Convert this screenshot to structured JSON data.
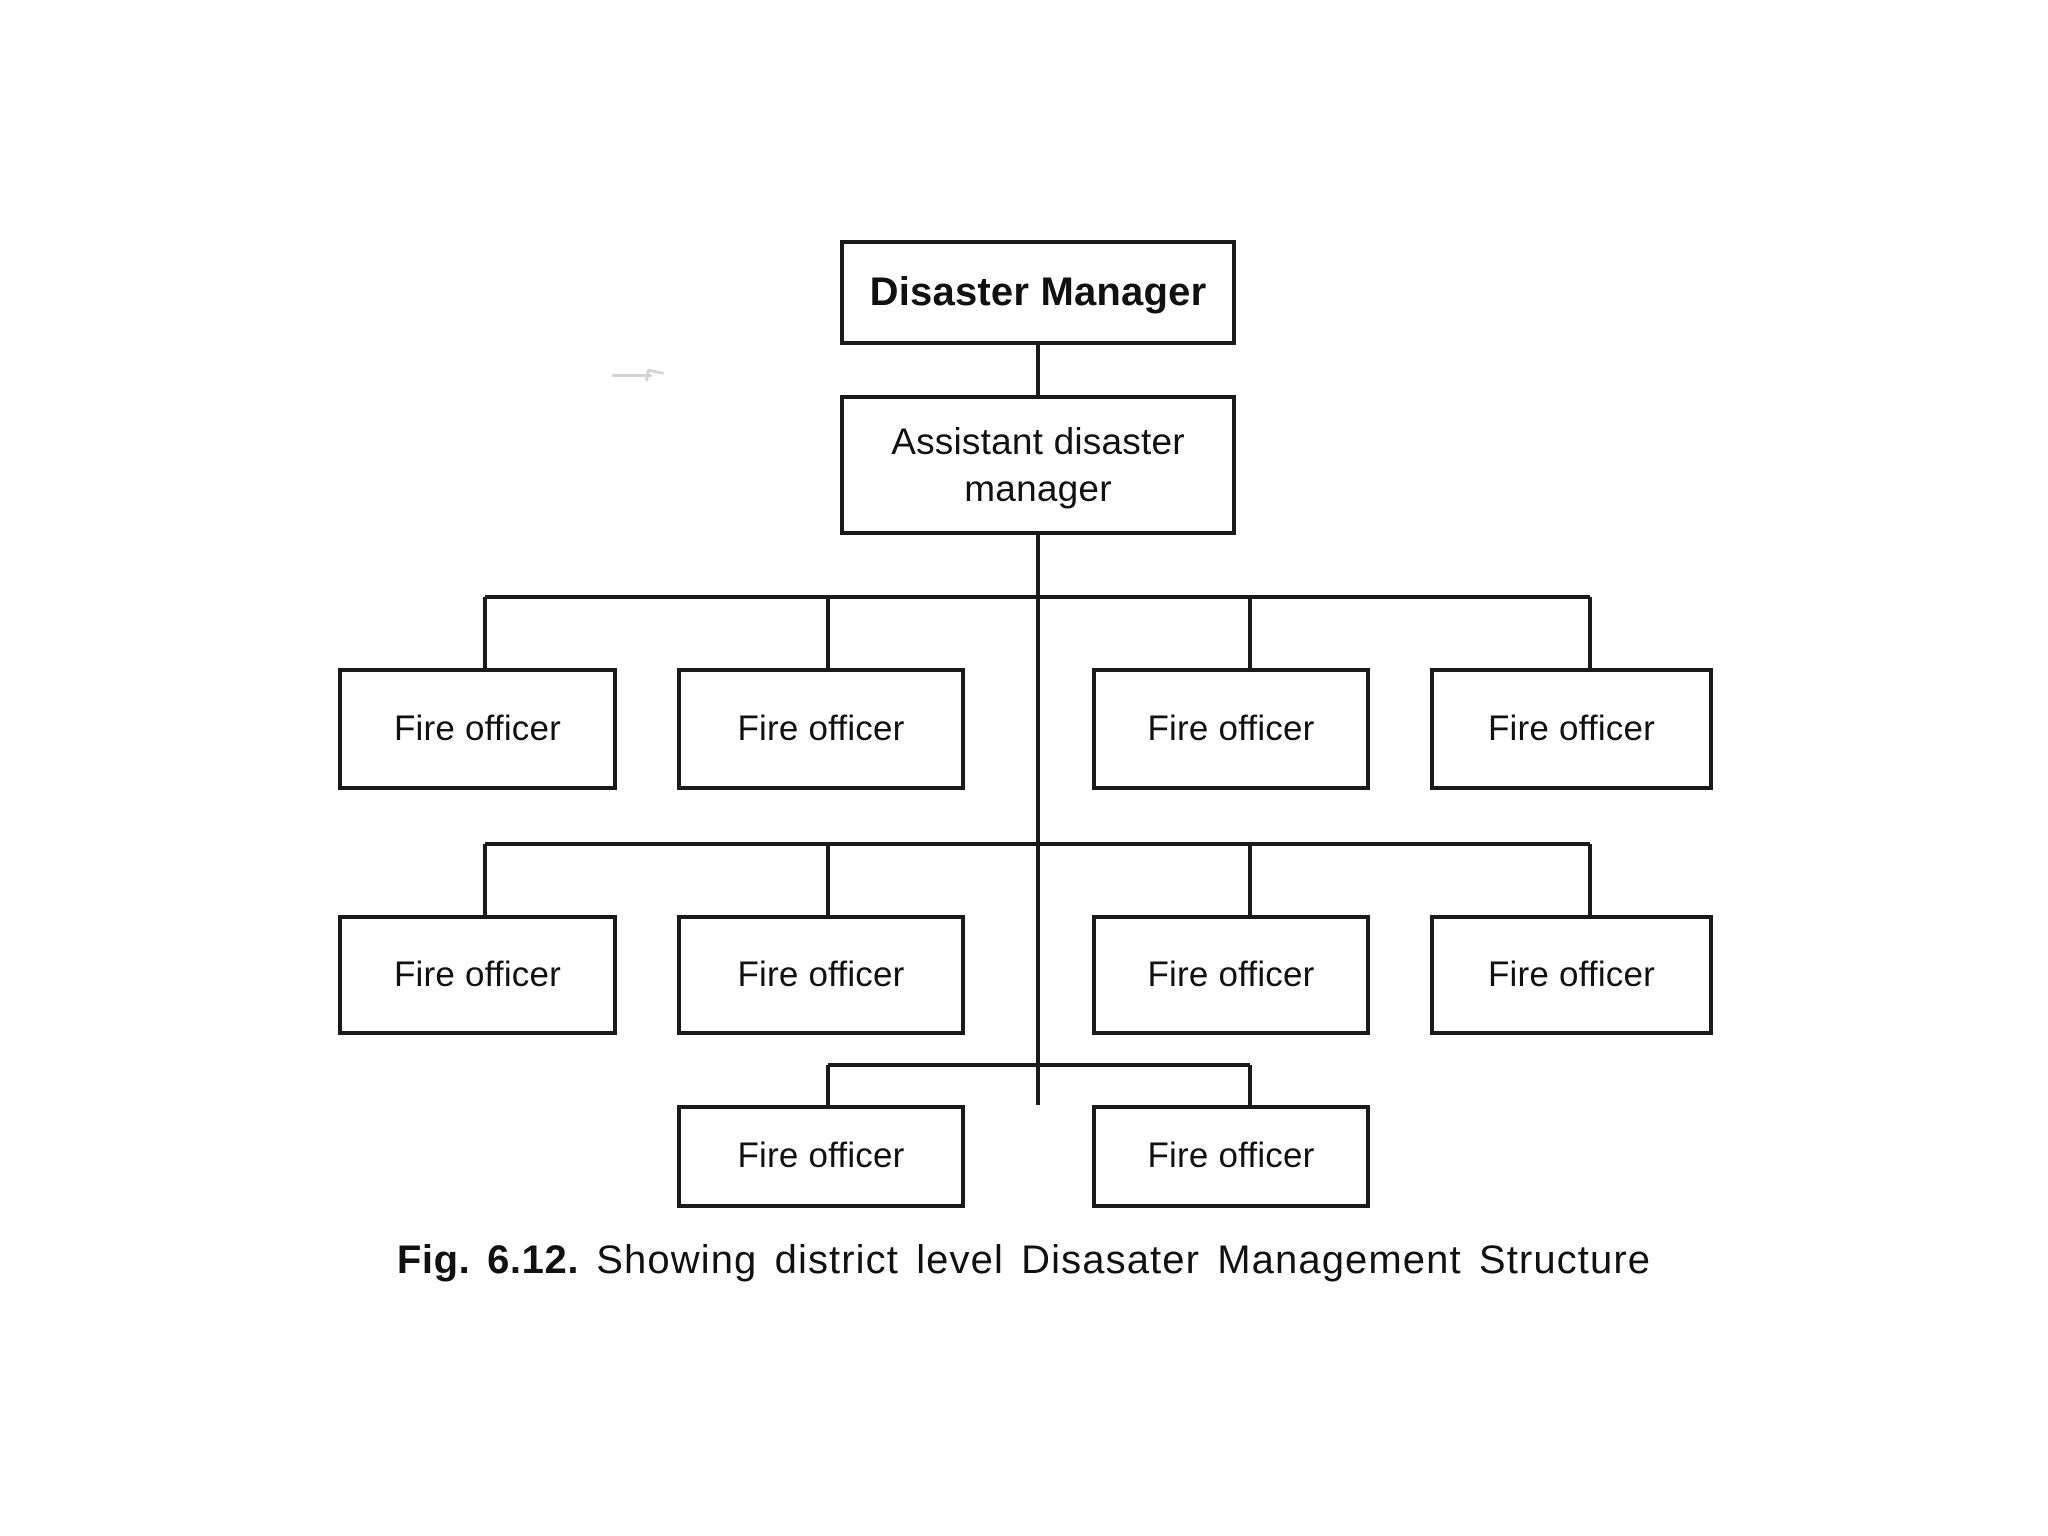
{
  "figure": {
    "caption_prefix": "Fig. 6.12.",
    "caption_text": "Showing  district  level  Disasater  Management  Structure",
    "line_color": "#1a1a1a",
    "background_color": "#ffffff",
    "text_color": "#111111"
  },
  "nodes": {
    "root": {
      "label": "Disaster Manager"
    },
    "assistant": {
      "label": "Assistant disaster\nmanager"
    },
    "tier1": [
      {
        "label": "Fire officer"
      },
      {
        "label": "Fire officer"
      },
      {
        "label": "Fire officer"
      },
      {
        "label": "Fire officer"
      }
    ],
    "tier2": [
      {
        "label": "Fire officer"
      },
      {
        "label": "Fire officer"
      },
      {
        "label": "Fire officer"
      },
      {
        "label": "Fire officer"
      }
    ],
    "tier3": [
      {
        "label": "Fire officer"
      },
      {
        "label": "Fire officer"
      }
    ]
  },
  "chart_data": {
    "type": "diagram",
    "diagram_kind": "organizational-hierarchy-tree",
    "title": "Fig. 6.12. Showing district level Disasater Management Structure",
    "levels": [
      {
        "level": 1,
        "nodes": [
          "Disaster Manager"
        ],
        "count": 1
      },
      {
        "level": 2,
        "nodes": [
          "Assistant disaster manager"
        ],
        "count": 1
      },
      {
        "level": 3,
        "nodes": [
          "Fire officer",
          "Fire officer",
          "Fire officer",
          "Fire officer"
        ],
        "count": 4
      },
      {
        "level": 4,
        "nodes": [
          "Fire officer",
          "Fire officer",
          "Fire officer",
          "Fire officer"
        ],
        "count": 4
      },
      {
        "level": 5,
        "nodes": [
          "Fire officer",
          "Fire officer"
        ],
        "count": 2
      }
    ],
    "edges": [
      {
        "from": "Disaster Manager",
        "to": "Assistant disaster manager"
      },
      {
        "from": "Assistant disaster manager",
        "to": "Fire officer (tier 1, col 1)"
      },
      {
        "from": "Assistant disaster manager",
        "to": "Fire officer (tier 1, col 2)"
      },
      {
        "from": "Assistant disaster manager",
        "to": "Fire officer (tier 1, col 3)"
      },
      {
        "from": "Assistant disaster manager",
        "to": "Fire officer (tier 1, col 4)"
      },
      {
        "from": "Assistant disaster manager",
        "to": "Fire officer (tier 2, col 1)"
      },
      {
        "from": "Assistant disaster manager",
        "to": "Fire officer (tier 2, col 2)"
      },
      {
        "from": "Assistant disaster manager",
        "to": "Fire officer (tier 2, col 3)"
      },
      {
        "from": "Assistant disaster manager",
        "to": "Fire officer (tier 2, col 4)"
      },
      {
        "from": "Assistant disaster manager",
        "to": "Fire officer (tier 3, col 1)"
      },
      {
        "from": "Assistant disaster manager",
        "to": "Fire officer (tier 3, col 2)"
      }
    ],
    "total_nodes": 12,
    "total_fire_officers": 10
  }
}
